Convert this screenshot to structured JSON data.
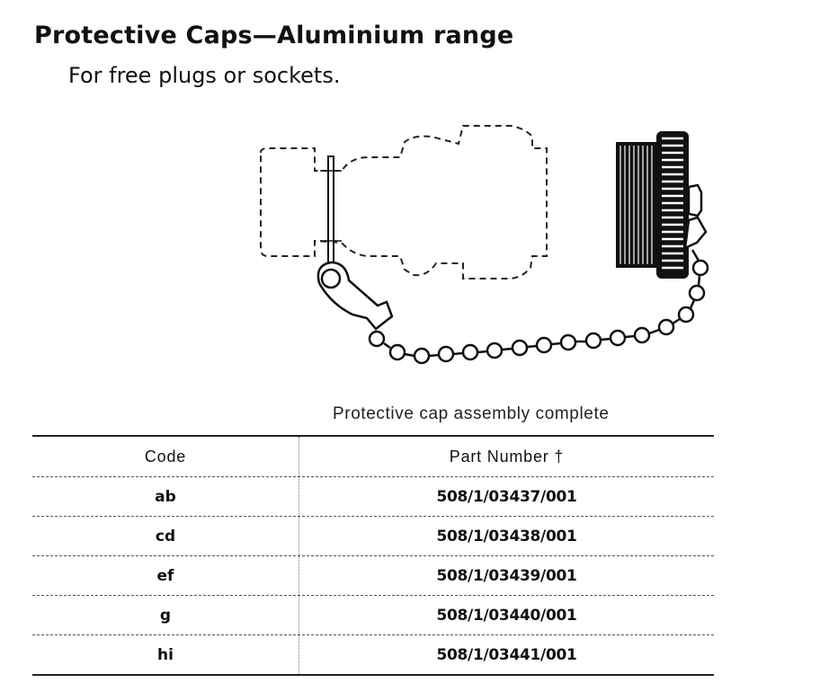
{
  "document": {
    "title": "Protective Caps—Aluminium range",
    "subtitle": "For free plugs or sockets.",
    "figure": {
      "description": "Protective cap with ball chain attached to dashed-outline connector",
      "parts": [
        "dashed-outline-connector",
        "chain-ring",
        "ball-chain",
        "threaded-knurled-cap"
      ]
    },
    "table": {
      "caption": "Protective cap assembly complete",
      "headers": {
        "code": "Code",
        "part_number": "Part Number †"
      },
      "rows": [
        {
          "code": "ab",
          "part_number": "508/1/03437/001"
        },
        {
          "code": "cd",
          "part_number": "508/1/03438/001"
        },
        {
          "code": "ef",
          "part_number": "508/1/03439/001"
        },
        {
          "code": "g",
          "part_number": "508/1/03440/001"
        },
        {
          "code": "hi",
          "part_number": "508/1/03441/001"
        }
      ]
    }
  }
}
